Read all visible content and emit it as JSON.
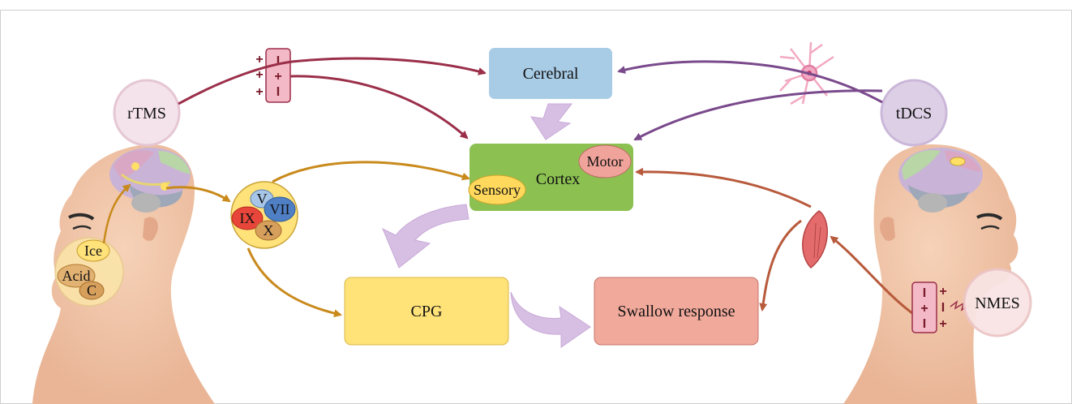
{
  "nodes": {
    "cerebral": "Cerebral",
    "cortex": "Cortex",
    "motor": "Motor",
    "sensory": "Sensory",
    "cpg": "CPG",
    "swallow": "Swallow response"
  },
  "stimuli": {
    "rtms": "rTMS",
    "tdcs": "tDCS",
    "nmes": "NMES"
  },
  "taste": {
    "ice": "Ice",
    "acid": "Acid",
    "c": "C"
  },
  "nerves": {
    "v": "V",
    "vii": "VII",
    "ix": "IX",
    "x": "X"
  },
  "polarity": {
    "plus": "+",
    "minus": "I"
  },
  "colors": {
    "cerebral_box": "#a9cce6",
    "cortex_box": "#8cc152",
    "motor": "#f0a39a",
    "sensory": "#ffd85c",
    "cpg_box": "#ffe278",
    "swallow_box": "#f0a99b",
    "rtms_arrow": "#9b2f4a",
    "tdcs_arrow": "#7a4a8c",
    "sensory_arrow": "#c98a1c",
    "nmes_arrow": "#b85a3c",
    "flow_arrow": "#d7bfe3"
  }
}
